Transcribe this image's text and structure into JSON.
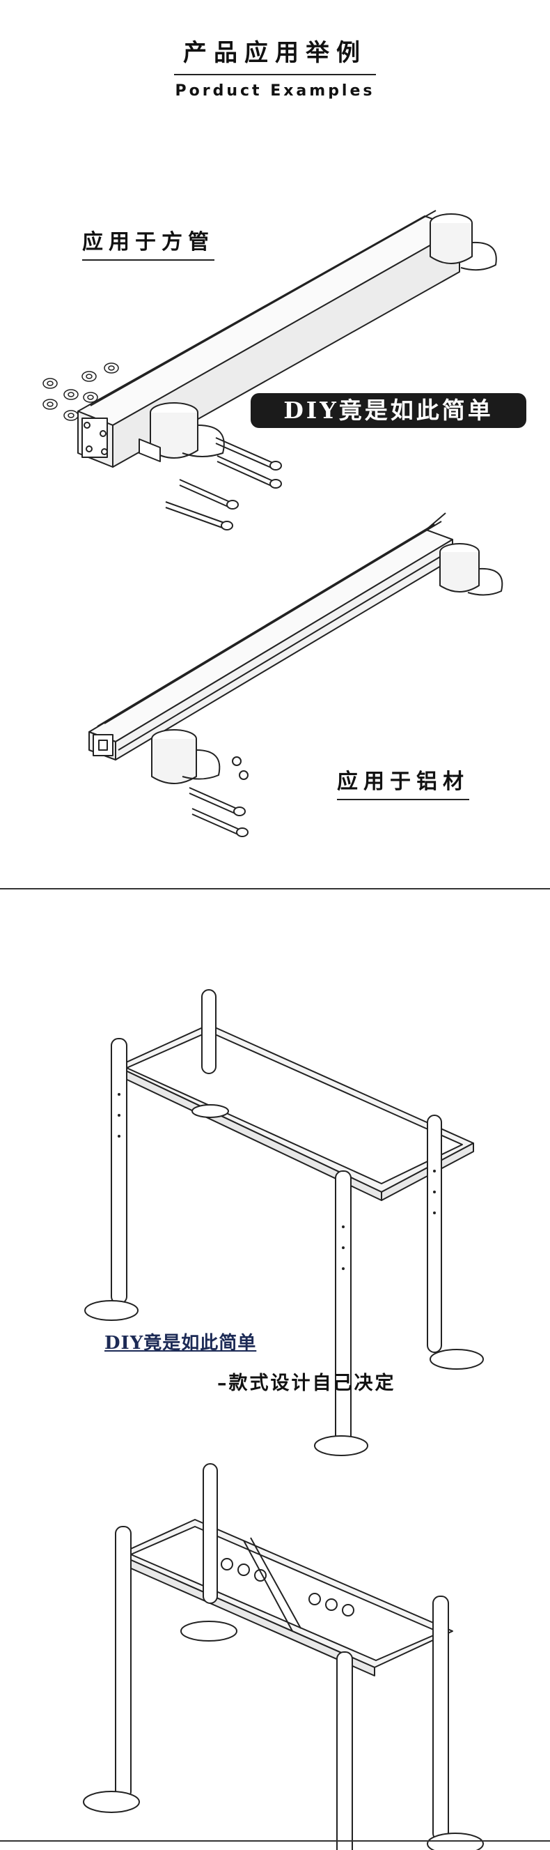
{
  "header": {
    "title_cn": "产品应用举例",
    "title_en": "Porduct Examples"
  },
  "section1": {
    "label_square_tube": "应用于方管",
    "badge": "DIY竟是如此简单",
    "label_aluminum": "应用于铝材"
  },
  "section2": {
    "diy_text": "DIY竟是如此简单",
    "subtitle": "–款式设计自己决定"
  }
}
